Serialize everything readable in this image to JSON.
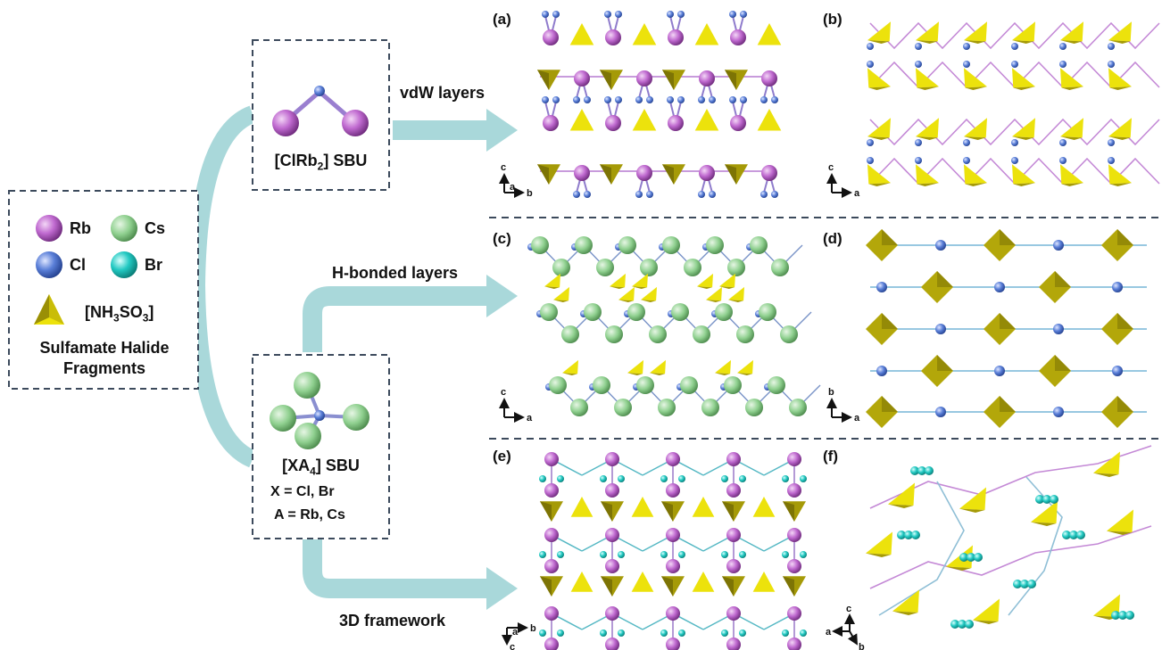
{
  "legend": {
    "items": [
      {
        "symbol": "Rb",
        "color": "#b35cc2",
        "icon": "rb-sphere-icon"
      },
      {
        "symbol": "Cs",
        "color": "#7ec27e",
        "icon": "cs-sphere-icon"
      },
      {
        "symbol": "Cl",
        "color": "#4f74d1",
        "icon": "cl-sphere-icon"
      },
      {
        "symbol": "Br",
        "color": "#1ec7c0",
        "icon": "br-sphere-icon"
      }
    ],
    "fragment_text_main": "[NH",
    "fragment_sub1": "3",
    "fragment_text_mid": "SO",
    "fragment_sub2": "3",
    "fragment_text_end": "]",
    "caption_line1": "Sulfamate Halide",
    "caption_line2": "Fragments"
  },
  "sbu_top": {
    "title_pre": "[ClRb",
    "title_sub": "2",
    "title_post": "] SBU"
  },
  "sbu_bottom": {
    "title_pre": "[XA",
    "title_sub": "4",
    "title_post": "] SBU",
    "line2": "X = Cl, Br",
    "line3": "A = Rb, Cs"
  },
  "arrows": {
    "top": "vdW layers",
    "middle": "H-bonded layers",
    "bottom": "3D framework"
  },
  "panels": {
    "a": {
      "label": "(a)",
      "axis_up": "c",
      "axis_right": "b",
      "axis_out": "a"
    },
    "b": {
      "label": "(b)",
      "axis_up": "c",
      "axis_right": "a"
    },
    "c": {
      "label": "(c)",
      "axis_up": "c",
      "axis_right": "a"
    },
    "d": {
      "label": "(d)",
      "axis_up": "b",
      "axis_right": "a"
    },
    "e": {
      "label": "(e)",
      "axis_right": "b",
      "axis_out": "a",
      "axis_down": "c"
    },
    "f": {
      "label": "(f)",
      "axis_up": "c",
      "axis_left": "a",
      "axis_down": "b"
    }
  },
  "colors": {
    "rb": "#b35cc2",
    "cs": "#8fd08f",
    "cl": "#4f74d1",
    "br": "#1ec7c0",
    "tetra_light": "#ece20c",
    "tetra_dark": "#9a8f06",
    "arrow": "#a9d8da",
    "dash": "#3c4a5c"
  }
}
